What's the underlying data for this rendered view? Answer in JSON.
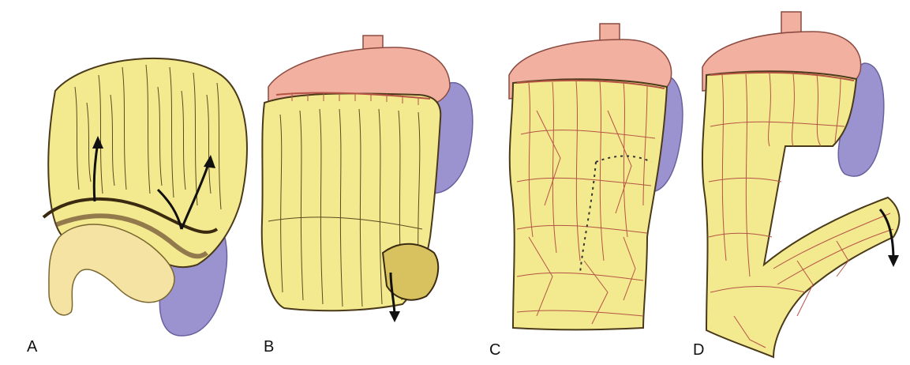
{
  "panels": [
    {
      "id": "A",
      "label": "A"
    },
    {
      "id": "B",
      "label": "B"
    },
    {
      "id": "C",
      "label": "C"
    },
    {
      "id": "D",
      "label": "D"
    }
  ],
  "colors": {
    "omentum_yellow": "#f3e98f",
    "omentum_outline": "#4a3a1a",
    "stomach_pink": "#f1b0a0",
    "spleen_purple": "#9b93d0",
    "vessel_red": "#b55445",
    "pancreas_cream": "#f4e3a2",
    "arrow": "#111111"
  }
}
